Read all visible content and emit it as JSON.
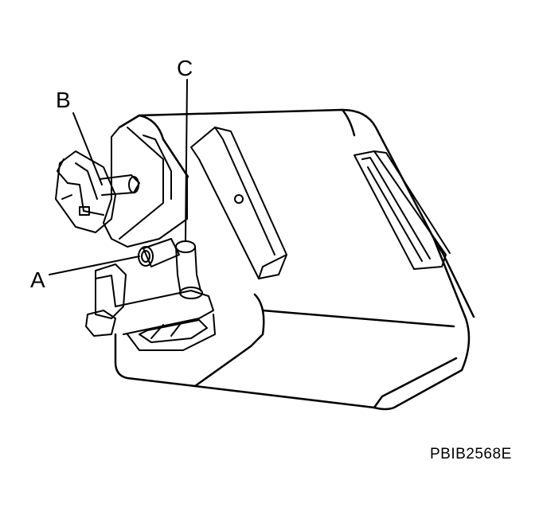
{
  "callouts": {
    "a": "A",
    "b": "B",
    "c": "C"
  },
  "figure_code": "PBIB2568E",
  "colors": {
    "line": "#000000",
    "fill": "#ffffff"
  }
}
